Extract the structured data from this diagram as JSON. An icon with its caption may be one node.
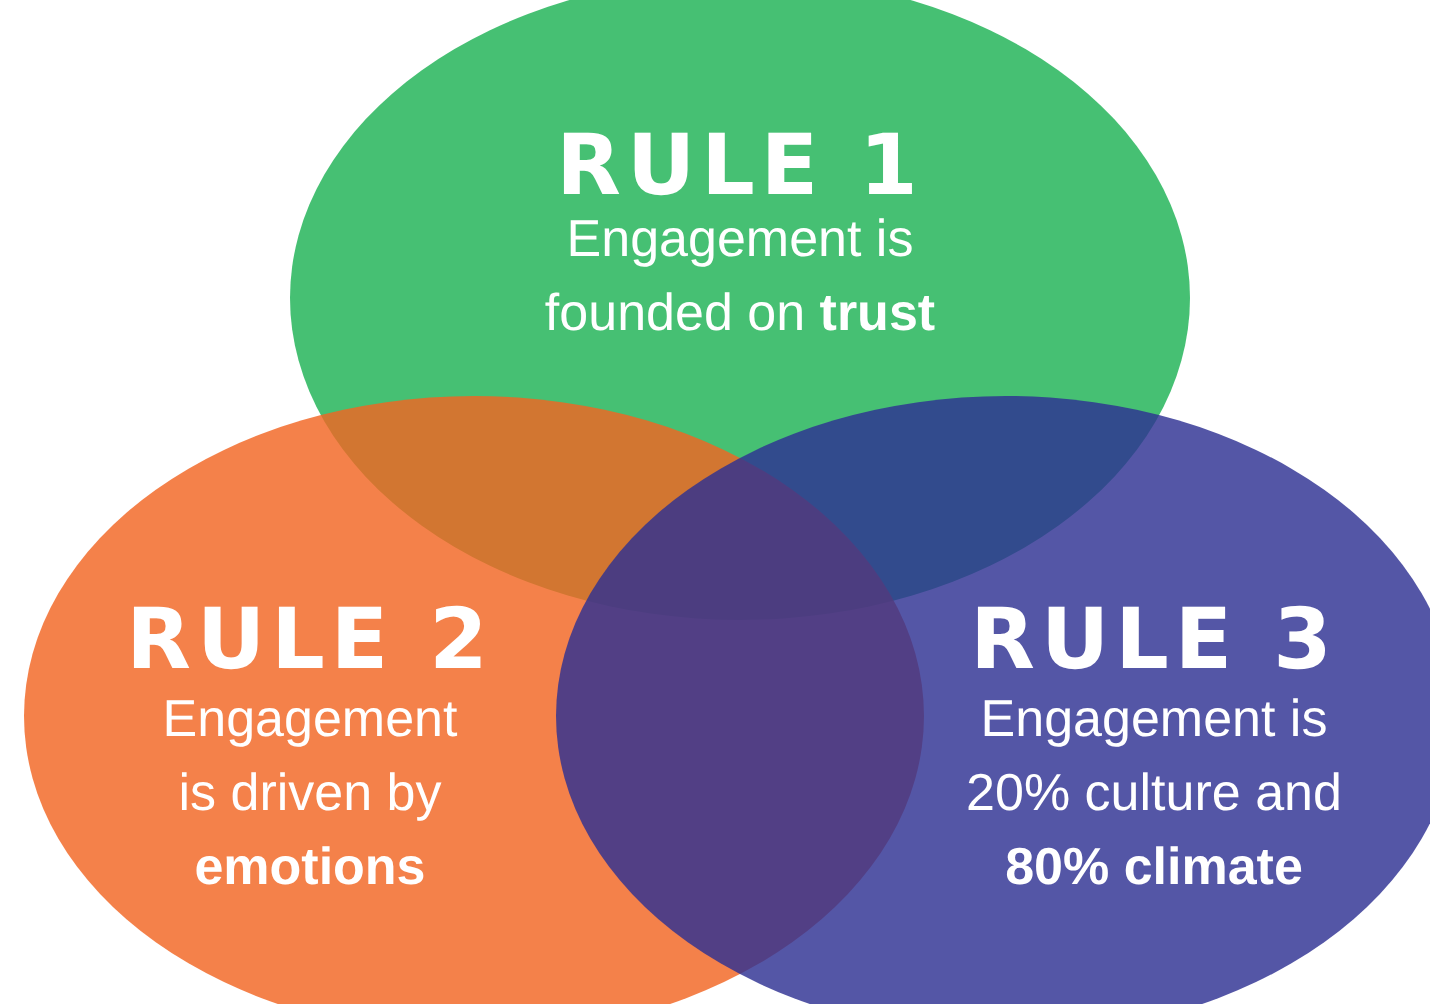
{
  "diagram": {
    "nodes": [
      {
        "text": [
          "RULE 1",
          "Engagement is founded on **trust**"
        ]
      },
      {
        "text": [
          "RULE 2",
          "Engagement is driven by **emotions**"
        ]
      },
      {
        "text": [
          "RULE 3",
          "Engagement is 20% culture and **80% climate**"
        ]
      }
    ]
  }
}
